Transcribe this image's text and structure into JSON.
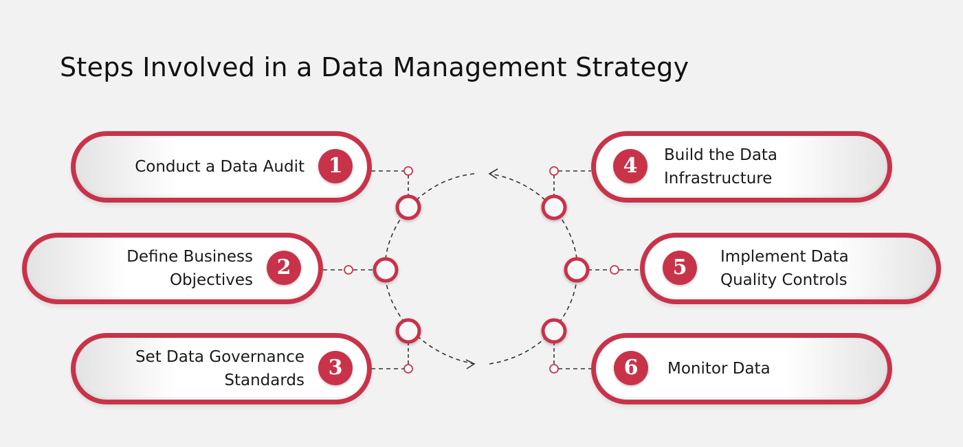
{
  "title": "Steps Involved in a Data Management Strategy",
  "accent_color": "#c8334a",
  "steps": [
    {
      "number": "1",
      "label": "Conduct a Data Audit"
    },
    {
      "number": "2",
      "label": "Define Business\nObjectives"
    },
    {
      "number": "3",
      "label": "Set Data Governance\nStandards"
    },
    {
      "number": "4",
      "label": "Build the Data\nInfrastructure"
    },
    {
      "number": "5",
      "label": "Implement Data\nQuality Controls"
    },
    {
      "number": "6",
      "label": "Monitor Data"
    }
  ]
}
